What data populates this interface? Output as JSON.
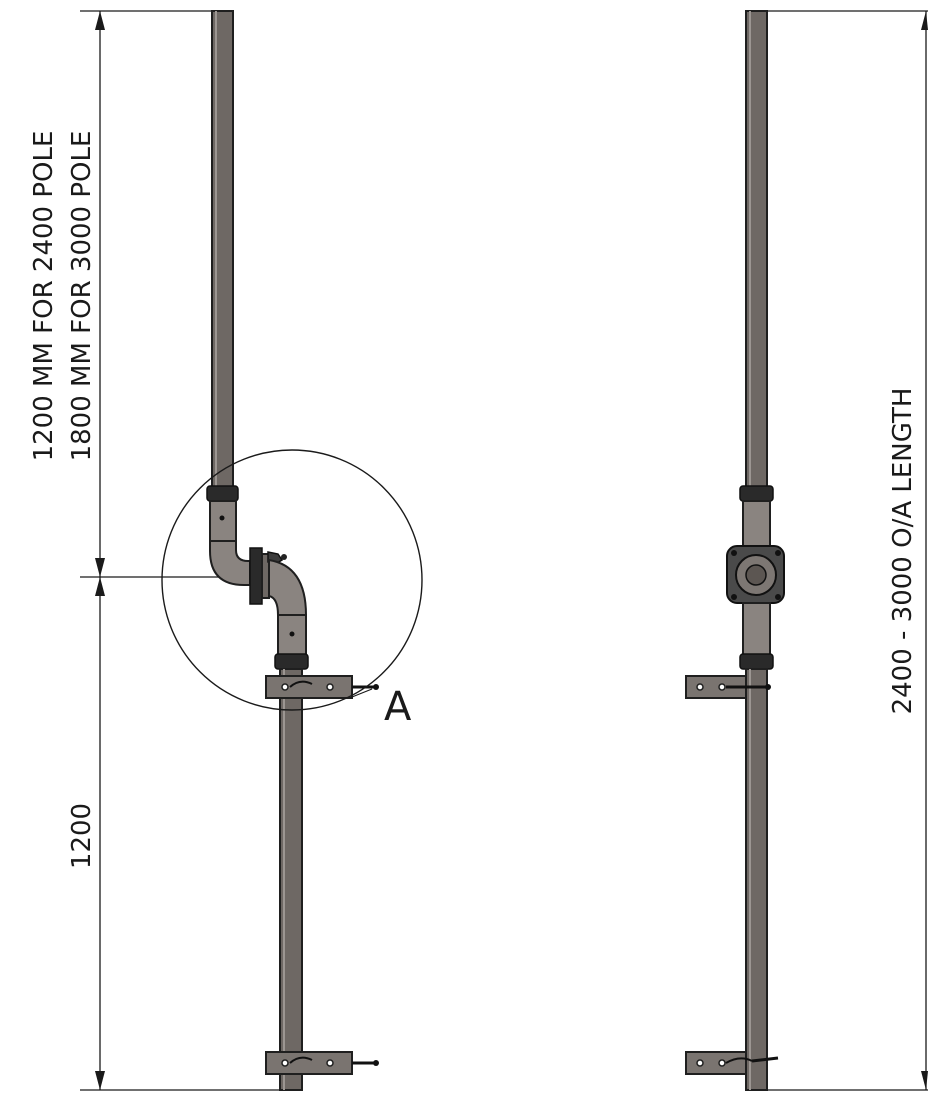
{
  "dimensions": {
    "upper_line1": "1200 MM FOR 2400 POLE",
    "upper_line2": "1800 MM FOR 3000 POLE",
    "lower": "1200",
    "overall": "2400 - 3000 O/A LENGTH"
  },
  "detail_label": "A"
}
